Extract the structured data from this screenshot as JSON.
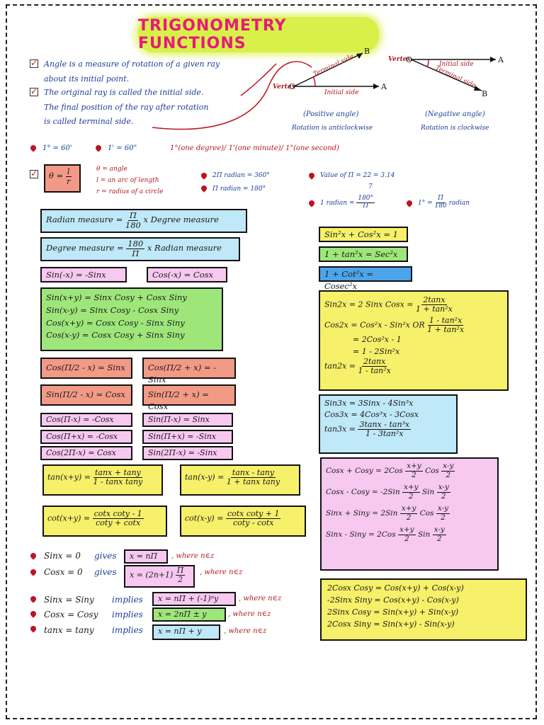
{
  "title": "TRIGONOMETRY FUNCTIONS",
  "intro": {
    "line1": "Angle is a measure of rotation of a given ray",
    "line2": "about its initial point.",
    "line3": "The original ray is called the initial side.",
    "line4": "The final position of the ray after rotation",
    "line5": "is called terminal side."
  },
  "diagram": {
    "vertex": "Vertex",
    "o": "O",
    "a": "A",
    "b": "B",
    "terminal_side": "Terminal side",
    "initial_side": "Initial side",
    "positive_angle": "(Positive angle)",
    "positive_rotation": "Rotation is anticlockwise",
    "negative_angle": "(Negative angle)",
    "negative_rotation": "Rotation is clockwise"
  },
  "units": {
    "deg": "1° = 60'",
    "min": "1' = 60\"",
    "desc": "1°(one degree)/ 1'(one minute)/ 1\"(one second)"
  },
  "theta": {
    "lhs": "θ =",
    "num": "l",
    "den": "r",
    "def1": "θ = angle",
    "def2": "l = an arc of length",
    "def3": "r = radius of a circle"
  },
  "radian_facts": {
    "f1": "2Π radian = 360°",
    "f2": "Π radian = 180°",
    "pi_value": "Value of Π = 22 = 3.14",
    "pi_den": "7",
    "rad_lhs": "1 radian =",
    "rad_num": "180°",
    "rad_den": "Π",
    "deg_lhs": "1° =",
    "deg_num": "Π",
    "deg_den": "180",
    "deg_rhs": "radian"
  },
  "conv": {
    "r_lhs": "Radian measure =",
    "r_num": "Π",
    "r_den": "180",
    "r_rhs": "x Degree measure",
    "d_lhs": "Degree measure =",
    "d_num": "180",
    "d_den": "Π",
    "d_rhs": "x Radian measure"
  },
  "odd": {
    "sin": "Sin(-x) = -Sinx",
    "cos": "Cos(-x) = Cosx"
  },
  "sum_rows": [
    "Sin(x+y) = Sinx Cosy + Cosx Siny",
    "Sin(x-y) = Sinx Cosy - Cosx Siny",
    "Cos(x+y) = Cosx Cosy - Sinx Siny",
    "Cos(x-y) = Cosx Cosy + Sinx Siny"
  ],
  "half_pi": {
    "c1": "Cos(Π/2 - x) = Sinx",
    "c2": "Cos(Π/2 + x) = -Sinx",
    "s1": "Sin(Π/2 - x) = Cosx",
    "s2": "Sin(Π/2 + x) = Cosx"
  },
  "pi_shift": {
    "a1": "Cos(Π-x) = -Cosx",
    "a2": "Cos(Π+x) = -Cosx",
    "a3": "Cos(2Π-x) = Cosx",
    "b1": "Sin(Π-x) = Sinx",
    "b2": "Sin(Π+x) = -Sinx",
    "b3": "Sin(2Π-x) = -Sinx"
  },
  "tan_sum": {
    "lhs": "tan(x+y) =",
    "num": "tanx + tany",
    "den": "1 - tanx tany"
  },
  "tan_diff": {
    "lhs": "tan(x-y) =",
    "num": "tanx - tany",
    "den": "1 + tanx tany"
  },
  "cot_sum": {
    "lhs": "cot(x+y) =",
    "num": "cotx coty - 1",
    "den": "coty + cotx"
  },
  "cot_diff": {
    "lhs": "cot(x-y) =",
    "num": "cotx coty + 1",
    "den": "coty - cotx"
  },
  "pythag": {
    "p1": "Sin²x + Cos²x = 1",
    "p2": "1 + tan²x = Sec²x",
    "p3": "1 + Cot²x = Cosec²x"
  },
  "double": {
    "sin_lhs": "Sin2x = 2 Sinx Cosx =",
    "sin_num": "2tanx",
    "sin_den": "1 + tan²x",
    "cos_lhs": "Cos2x = Cos²x - Sin²x OR",
    "cos_num": "1 - tan²x",
    "cos_den": "1 + tan²x",
    "cos_2": "= 2Cos²x - 1",
    "cos_3": "= 1 - 2Sin²x",
    "tan_lhs": "tan2x =",
    "tan_num": "2tanx",
    "tan_den": "1 - tan²x"
  },
  "triple": {
    "s": "Sin3x = 3Sinx - 4Sin³x",
    "c": "Cos3x = 4Cos³x - 3Cosx",
    "t_lhs": "tan3x =",
    "t_num": "3tanx - tan³x",
    "t_den": "1 - 3tan²x"
  },
  "sum_to_prod": {
    "r1_lhs": "Cosx + Cosy = 2Cos",
    "r1_a": "x+y",
    "r1_m": "Cos",
    "r1_b": "x-y",
    "r2_lhs": "Cosx - Cosy = -2Sin",
    "r2_a": "x+y",
    "r2_m": "Sin",
    "r2_b": "x-y",
    "r3_lhs": "Sinx + Siny = 2Sin",
    "r3_a": "x+y",
    "r3_m": "Cos",
    "r3_b": "x-y",
    "r4_lhs": "Sinx - Siny = 2Cos",
    "r4_a": "x+y",
    "r4_m": "Sin",
    "r4_b": "x-y",
    "den": "2"
  },
  "prod_to_sum": [
    "2Cosx Cosy = Cos(x+y) + Cos(x-y)",
    "-2Sinx Siny = Cos(x+y) - Cos(x-y)",
    "2Sinx Cosy = Sin(x+y) + Sin(x-y)",
    "2Cosx Siny = Sin(x+y) - Sin(x-y)"
  ],
  "solutions": {
    "z1_lhs": "Sinx = 0",
    "z1_mid": "gives",
    "z1_box": "x = nΠ",
    "z1_where": ", where n∈z",
    "z2_lhs": "Cosx = 0",
    "z2_mid": "gives",
    "z2_box_a": "x = (2n+1)",
    "z2_num": "Π",
    "z2_den": "2",
    "z2_where": ", where n∈z",
    "g1_lhs": "Sinx = Siny",
    "g1_mid": "implies",
    "g1_box": "x = nΠ + (-1)ⁿy",
    "g1_where": ", where n∈z",
    "g2_lhs": "Cosx = Cosy",
    "g2_mid": "implies",
    "g2_box": "x = 2nΠ ± y",
    "g2_where": ", where n∈z",
    "g3_lhs": "tanx = tany",
    "g3_mid": "implies",
    "g3_box": "x = nΠ + y",
    "g3_where": ", where n∈z"
  }
}
